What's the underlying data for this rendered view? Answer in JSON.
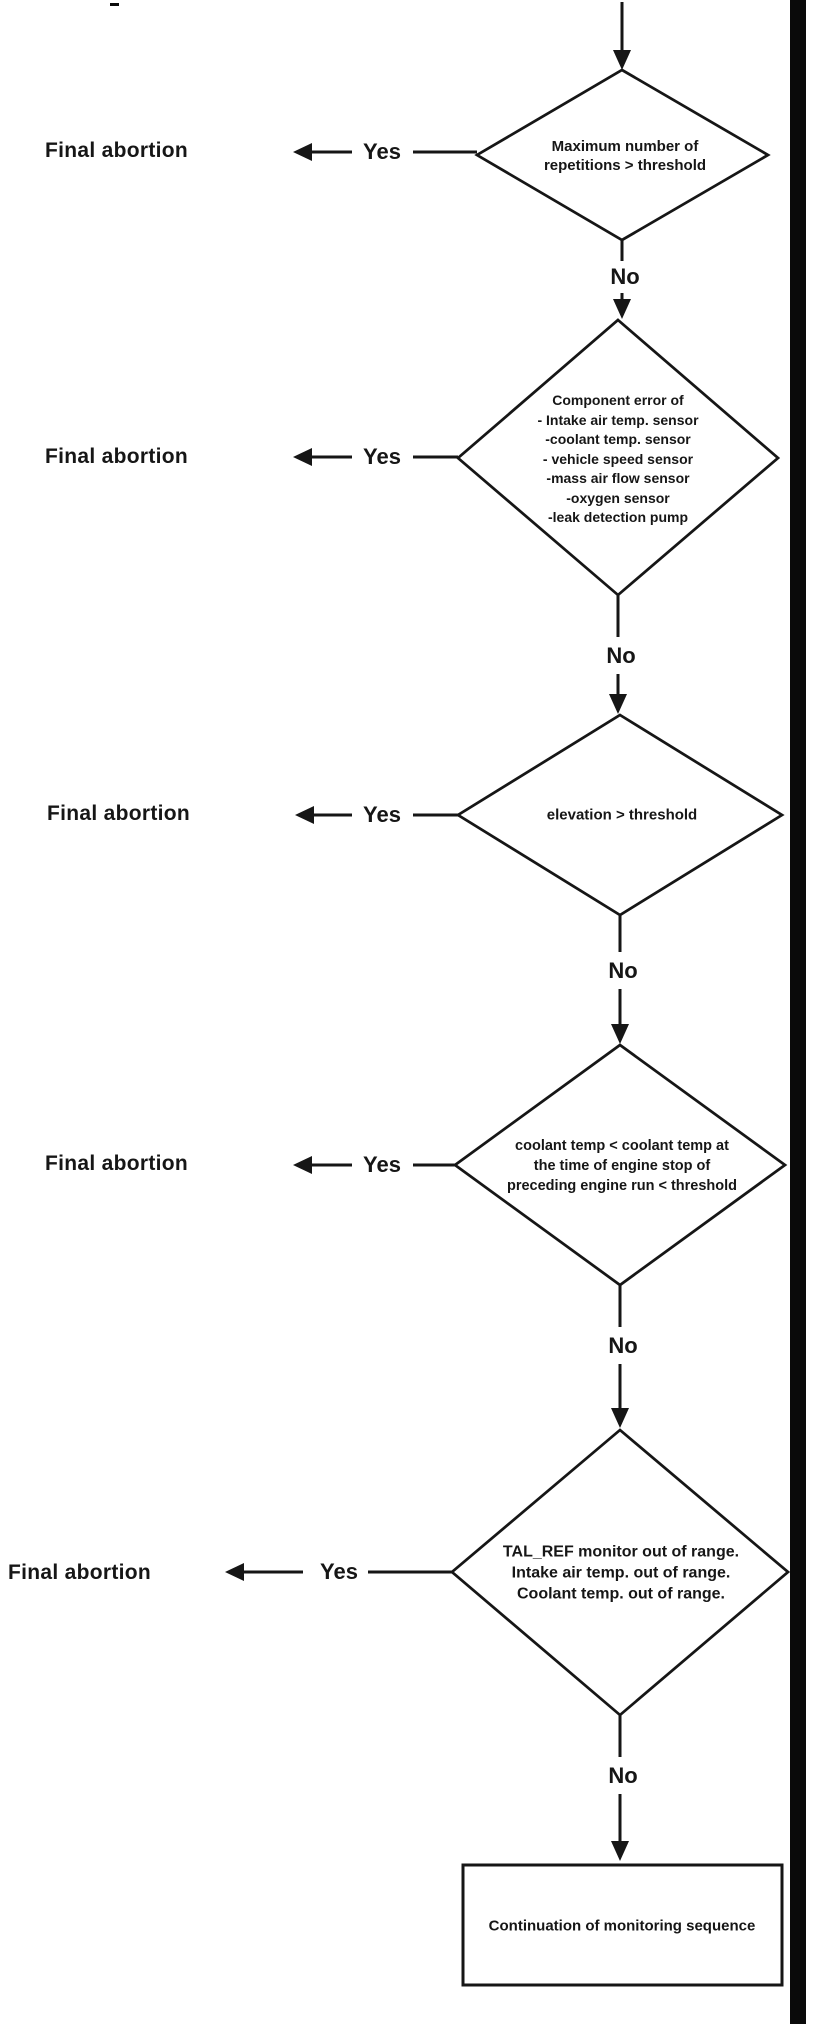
{
  "page": {
    "paper_color": "#ffffff",
    "ink_color": "#161616"
  },
  "flowchart": {
    "decisions": [
      {
        "condition": "Maximum number of\nrepetitions > threshold",
        "yes": "Yes",
        "no": "No",
        "abort_label": "Final abortion"
      },
      {
        "condition": "Component error of\n- Intake air temp. sensor\n-coolant temp. sensor\n- vehicle speed sensor\n-mass air flow sensor\n-oxygen sensor\n-leak detection pump",
        "yes": "Yes",
        "no": "No",
        "abort_label": "Final abortion"
      },
      {
        "condition": "elevation > threshold",
        "yes": "Yes",
        "no": "No",
        "abort_label": "Final abortion"
      },
      {
        "condition": "coolant temp < coolant temp at\nthe time of engine stop of\npreceding engine run < threshold",
        "yes": "Yes",
        "no": "No",
        "abort_label": "Final abortion"
      },
      {
        "condition": "TAL_REF monitor out of range.\nIntake air temp. out of range.\nCoolant temp. out of range.",
        "yes": "Yes",
        "no": "No",
        "abort_label": "Final abortion"
      }
    ],
    "terminal": {
      "label": "Continuation of monitoring sequence"
    }
  }
}
